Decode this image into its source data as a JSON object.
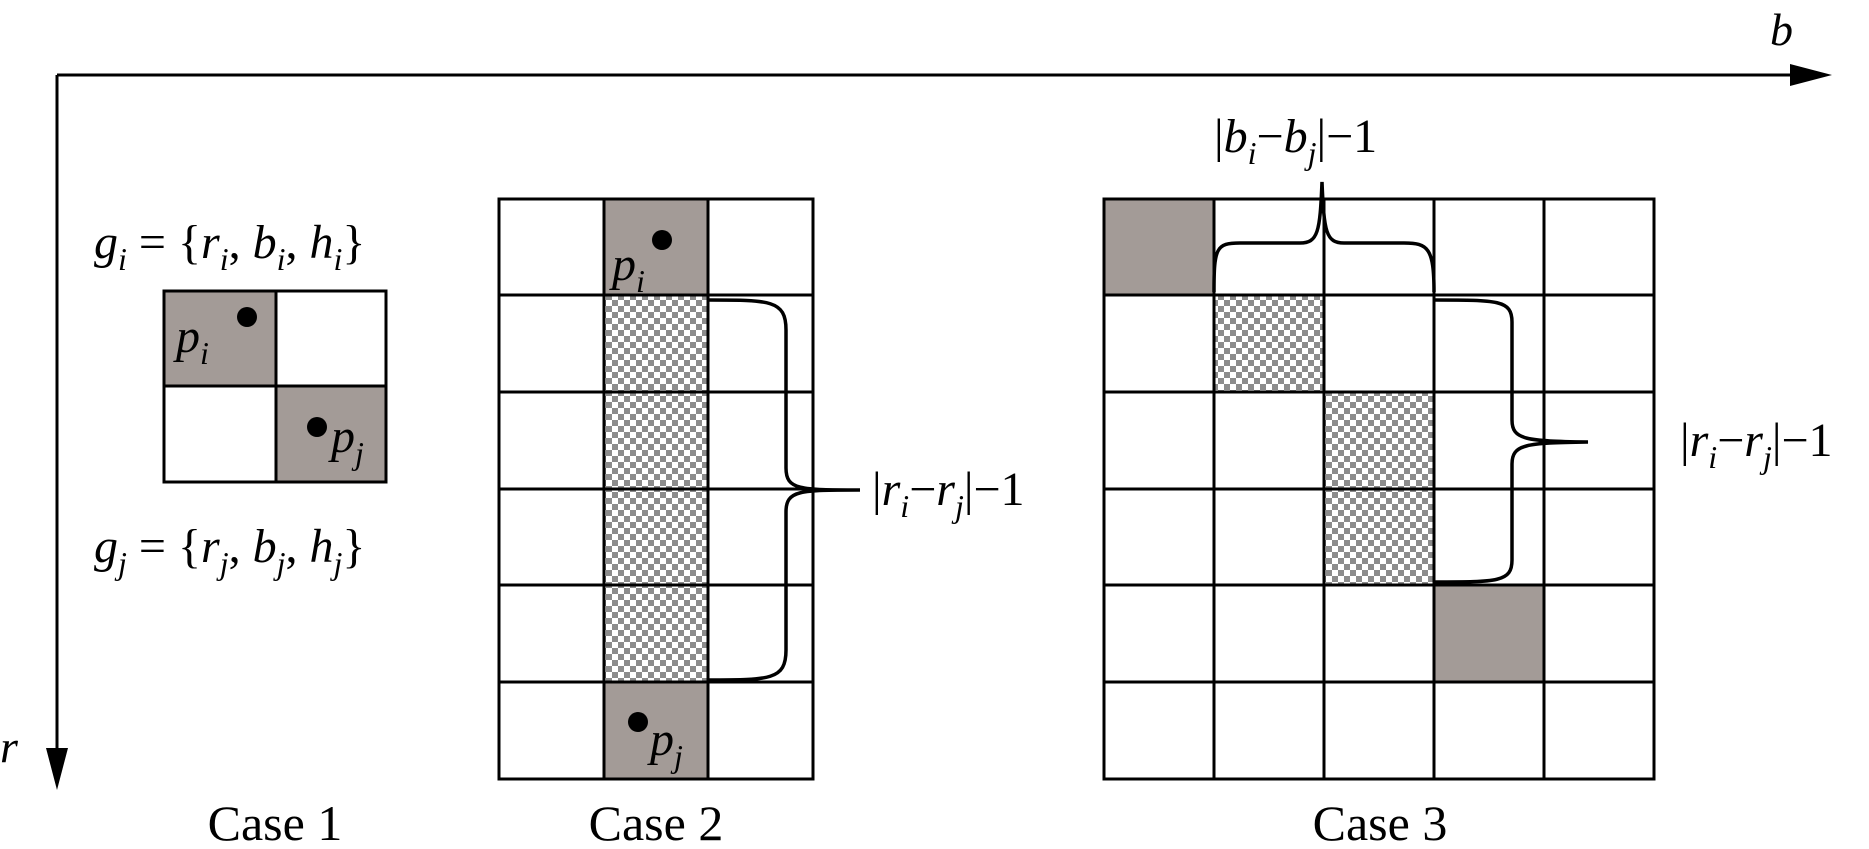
{
  "axes": {
    "b_label": "b",
    "r_label": "r"
  },
  "case1": {
    "caption": "Case 1",
    "gi": {
      "g": "g",
      "sub": "i",
      "rest": " = {",
      "r": "r",
      "rsub": "i",
      "comma1": ", ",
      "b": "b",
      "bsub": "i",
      "comma2": ", ",
      "h": "h",
      "hsub": "i",
      "close": "}"
    },
    "gj": {
      "g": "g",
      "sub": "j",
      "rest": " = {",
      "r": "r",
      "rsub": "j",
      "comma1": ", ",
      "b": "b",
      "bsub": "j",
      "comma2": ", ",
      "h": "h",
      "hsub": "j",
      "close": "}"
    },
    "pi": {
      "p": "p",
      "sub": "i"
    },
    "pj": {
      "p": "p",
      "sub": "j"
    }
  },
  "case2": {
    "caption": "Case 2",
    "pi": {
      "p": "p",
      "sub": "i"
    },
    "pj": {
      "p": "p",
      "sub": "j"
    },
    "brace_label": {
      "bar1": "|",
      "r1": "r",
      "s1": "i",
      "minus": "−",
      "r2": "r",
      "s2": "j",
      "bar2": "|",
      "tail": "−1"
    }
  },
  "case3": {
    "caption": "Case 3",
    "top_label": {
      "bar1": "|",
      "b1": "b",
      "s1": "i",
      "minus": "−",
      "b2": "b",
      "s2": "j",
      "bar2": "|",
      "tail": "−1"
    },
    "right_label": {
      "bar1": "|",
      "r1": "r",
      "s1": "i",
      "minus": "−",
      "r2": "r",
      "s2": "j",
      "bar2": "|",
      "tail": "−1"
    }
  },
  "colors": {
    "cell_fill": "#a39b97",
    "line": "#000000",
    "checker": "#8c8c8c"
  }
}
